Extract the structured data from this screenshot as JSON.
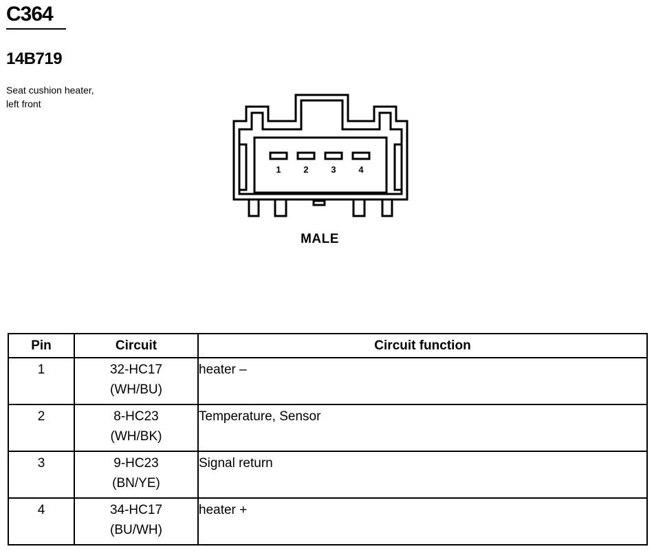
{
  "connector": {
    "id": "C364",
    "part_number": "14B719",
    "description_lines": [
      "Seat cushion heater,",
      "left front"
    ],
    "gender": "MALE",
    "pin_numbers": [
      "1",
      "2",
      "3",
      "4"
    ]
  },
  "table": {
    "headers": {
      "pin": "Pin",
      "circuit": "Circuit",
      "function": "Circuit function"
    },
    "rows": [
      {
        "pin": "1",
        "circuit": "32-HC17",
        "color": "(WH/BU)",
        "function": "heater –"
      },
      {
        "pin": "2",
        "circuit": "8-HC23",
        "color": "(WH/BK)",
        "function": "Temperature, Sensor"
      },
      {
        "pin": "3",
        "circuit": "9-HC23",
        "color": "(BN/YE)",
        "function": "Signal return"
      },
      {
        "pin": "4",
        "circuit": "34-HC17",
        "color": "(BU/WH)",
        "function": "heater +"
      }
    ]
  }
}
